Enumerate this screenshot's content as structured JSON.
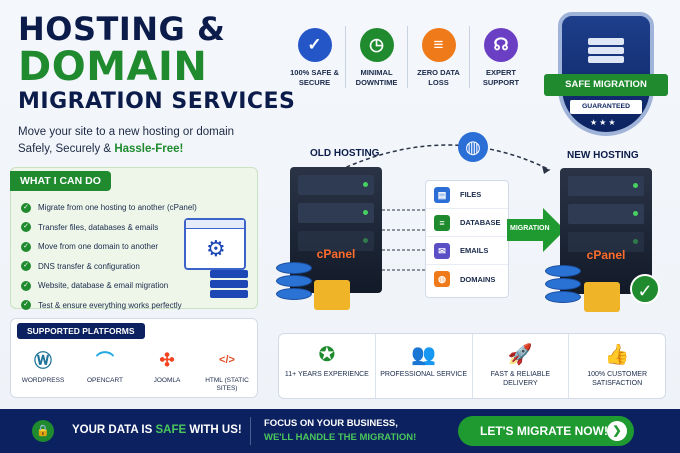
{
  "header": {
    "title_line1": "HOSTING &",
    "title_line2": "DOMAIN",
    "title_line3": "MIGRATION SERVICES",
    "subtitle_line1": "Move your site to a new hosting or domain",
    "subtitle_line2_prefix": "Safely, Securely & ",
    "subtitle_line2_highlight": "Hassle-Free!"
  },
  "badges": [
    {
      "label": "100% SAFE & SECURE",
      "icon": "shield-check-icon",
      "color": "#2456c7",
      "glyph": "✓"
    },
    {
      "label": "MINIMAL DOWNTIME",
      "icon": "clock-icon",
      "color": "#1f8a2e",
      "glyph": "◷"
    },
    {
      "label": "ZERO DATA LOSS",
      "icon": "database-icon",
      "color": "#ef7a1a",
      "glyph": "≡"
    },
    {
      "label": "EXPERT SUPPORT",
      "icon": "headset-icon",
      "color": "#6b3fc4",
      "glyph": "☊"
    }
  ],
  "shield": {
    "ribbon": "SAFE MIGRATION",
    "guaranteed": "GUARANTEED",
    "stars": "★★★"
  },
  "what_i_can_do": {
    "heading": "WHAT I CAN DO",
    "items": [
      "Migrate from one hosting to another (cPanel)",
      "Transfer files, databases & emails",
      "Move from one domain to another",
      "DNS transfer & configuration",
      "Website, database & email migration",
      "Test & ensure everything works perfectly"
    ]
  },
  "platforms": {
    "heading": "SUPPORTED PLATFORMS",
    "items": [
      {
        "name": "WORDPRESS",
        "icon": "wordpress-icon",
        "glyph": "W",
        "color": "#21759b"
      },
      {
        "name": "OPENCART",
        "icon": "opencart-icon",
        "glyph": "⌒",
        "color": "#23a8e0"
      },
      {
        "name": "JOOMLA",
        "icon": "joomla-icon",
        "glyph": "✣",
        "color": "#f44321"
      },
      {
        "name": "HTML (STATIC SITES)",
        "icon": "html-icon",
        "glyph": "</>",
        "color": "#e44d26"
      }
    ]
  },
  "migration": {
    "old_label": "OLD HOSTING",
    "new_label": "NEW HOSTING",
    "cpanel": "cPanel",
    "arrow_label": "MIGRATION",
    "items": [
      {
        "label": "FILES",
        "icon": "file-icon",
        "color": "#2b6fd6",
        "glyph": "▤"
      },
      {
        "label": "DATABASE",
        "icon": "database-icon",
        "color": "#1f8a2e",
        "glyph": "≡"
      },
      {
        "label": "EMAILS",
        "icon": "email-icon",
        "color": "#5a4fc4",
        "glyph": "✉"
      },
      {
        "label": "DOMAINS",
        "icon": "globe-icon",
        "color": "#ef7a1a",
        "glyph": "◍"
      }
    ]
  },
  "features": [
    {
      "label": "11+ YEARS EXPERIENCE",
      "icon": "award-icon",
      "glyph": "✪",
      "color": "#1f8a2e"
    },
    {
      "label": "PROFESSIONAL SERVICE",
      "icon": "users-icon",
      "glyph": "👥",
      "color": "#2456c7"
    },
    {
      "label": "FAST & RELIABLE DELIVERY",
      "icon": "rocket-icon",
      "glyph": "🚀",
      "color": "#6b3fc4"
    },
    {
      "label": "100% CUSTOMER SATISFACTION",
      "icon": "thumbs-up-icon",
      "glyph": "👍",
      "color": "#ef7a1a"
    }
  ],
  "footer": {
    "safe_prefix": "YOUR DATA IS ",
    "safe_highlight": "SAFE",
    "safe_suffix": " WITH US!",
    "focus_line1": "FOCUS ON YOUR BUSINESS,",
    "focus_line2": "WE'LL HANDLE THE MIGRATION!",
    "cta": "LET'S MIGRATE NOW!"
  }
}
